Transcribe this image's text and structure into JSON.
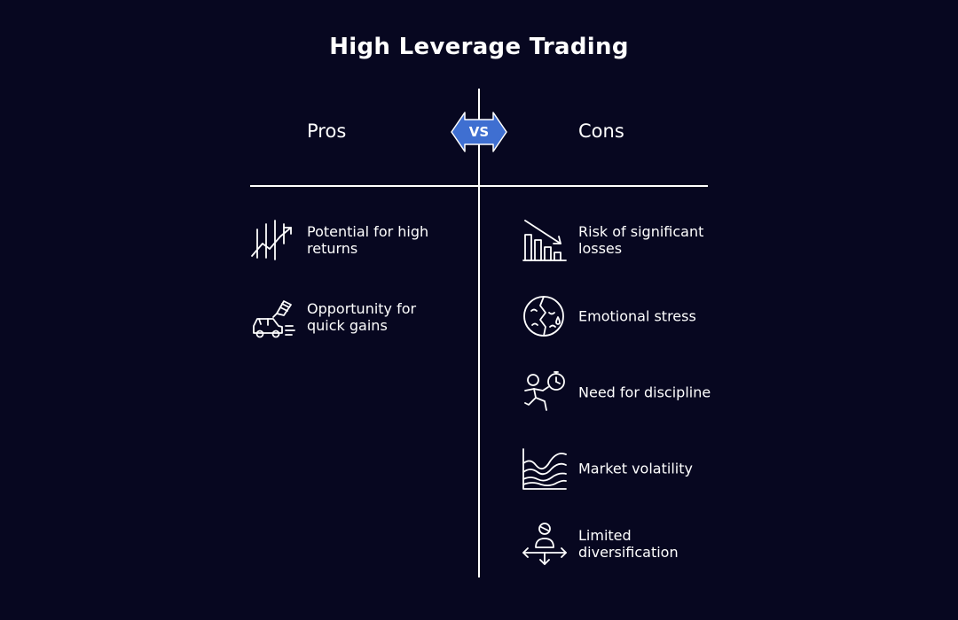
{
  "title": "High Leverage Trading",
  "vs_label": "VS",
  "colors": {
    "background": "#070720",
    "vs_badge": "#3f6fd1",
    "text": "#ffffff"
  },
  "pros": {
    "heading": "Pros",
    "items": [
      {
        "label": "Potential for high returns",
        "icon": "rising-chart-icon"
      },
      {
        "label": "Opportunity for quick gains",
        "icon": "fast-car-icon"
      }
    ]
  },
  "cons": {
    "heading": "Cons",
    "items": [
      {
        "label": "Risk of significant losses",
        "icon": "falling-chart-icon"
      },
      {
        "label": "Emotional stress",
        "icon": "stressed-face-icon"
      },
      {
        "label": "Need for discipline",
        "icon": "running-stopwatch-icon"
      },
      {
        "label": "Market volatility",
        "icon": "volatility-waves-icon"
      },
      {
        "label": "Limited diversification",
        "icon": "person-arrows-icon"
      }
    ]
  }
}
